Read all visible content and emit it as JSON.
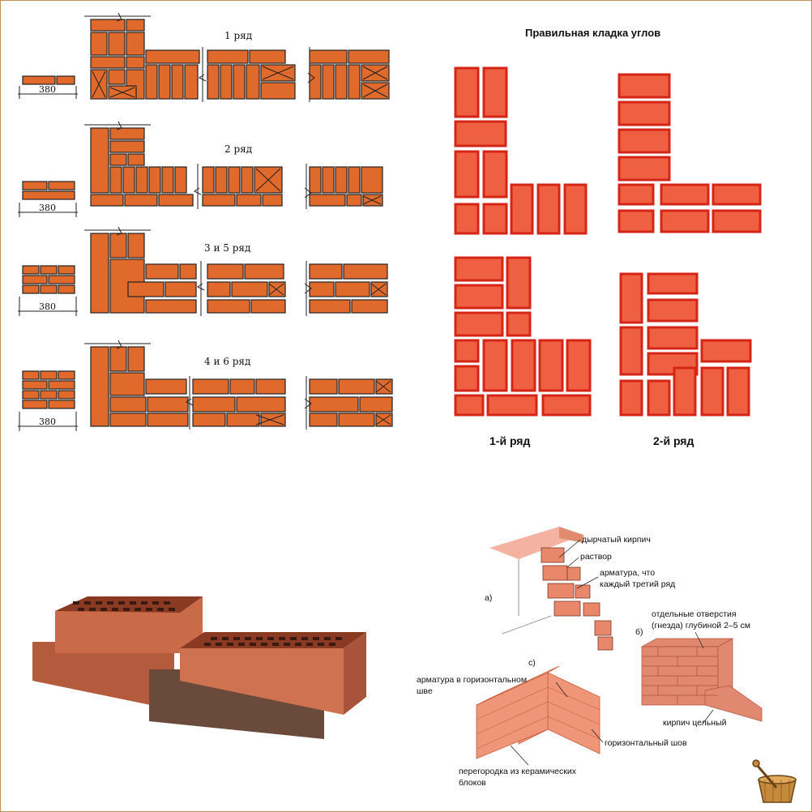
{
  "left_panel": {
    "rows": [
      {
        "label": "1 ряд",
        "dim": "380"
      },
      {
        "label": "2 ряд",
        "dim": "380"
      },
      {
        "label": "3 и 5 ряд",
        "dim": "380"
      },
      {
        "label": "4 и 6 ряд",
        "dim": "380"
      }
    ]
  },
  "right_panel": {
    "title": "Правильная кладка углов",
    "row1_label": "1-й ряд",
    "row2_label": "2-й ряд"
  },
  "bottom_panel": {
    "label_a": "а)",
    "label_b": "б)",
    "label_c": "с)",
    "hollow_brick": "дырчатый кирпич",
    "mortar": "раствор",
    "rebar_line1": "арматура, что",
    "rebar_line2": "каждый третий ряд",
    "holes_line1": "отдельные отверстия",
    "holes_line2": "(гнезда) глубиной 2–5 см",
    "rebar_horiz_line1": "арматура в горизонтальном",
    "rebar_horiz_line2": "шве",
    "solid_brick": "кирпич цельный",
    "horiz_joint": "горизонтальный шов",
    "partition_line1": "перегородка из керамических",
    "partition_line2": "блоков"
  },
  "colors": {
    "brick_orange": "#e06a2c",
    "brick_outline": "#222222",
    "corner_red": "#ee5a3c",
    "corner_outline": "#d8281a",
    "frame": "#b8905a"
  }
}
